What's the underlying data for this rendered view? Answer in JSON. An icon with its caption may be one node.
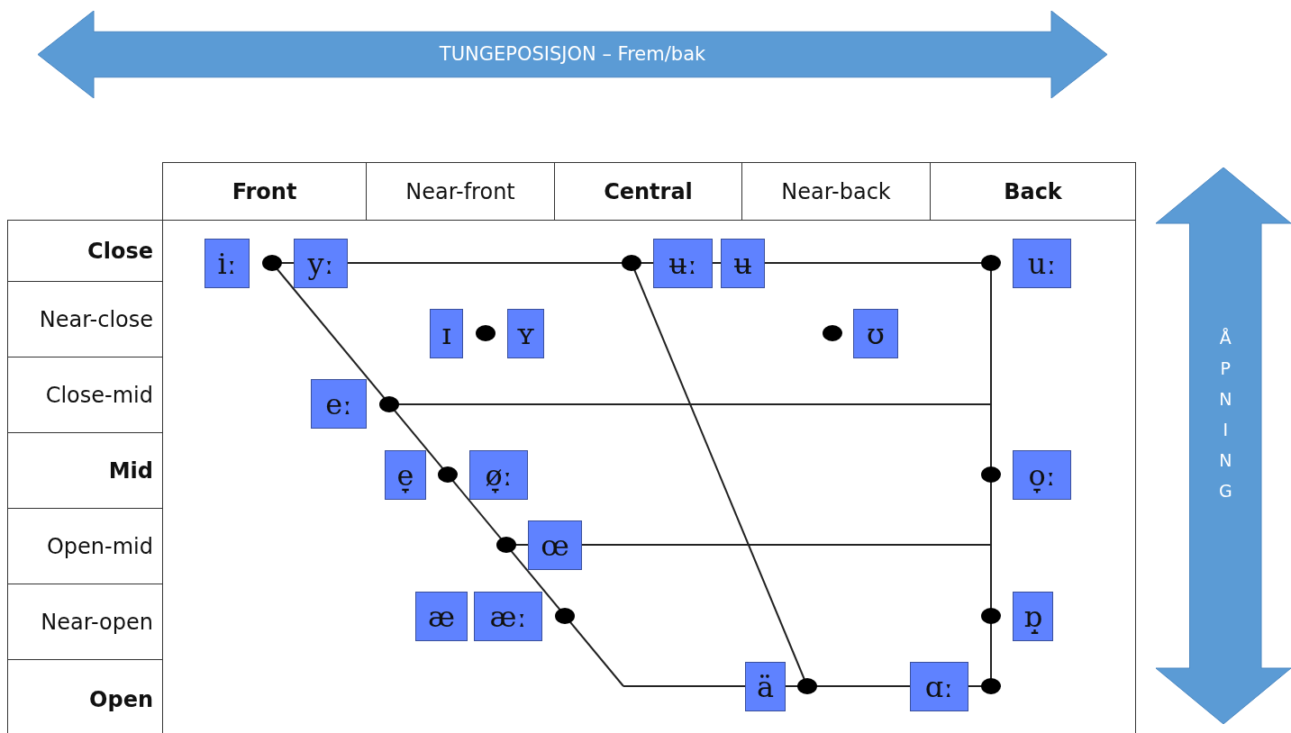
{
  "diagram": {
    "nodes": [
      {
        "text": [
          "TUNGEPOSISJON – Frem/bak"
        ]
      },
      {
        "text": [
          "ÅPNING"
        ]
      },
      {
        "text": [
          "iː"
        ]
      },
      {
        "text": [
          "yː"
        ]
      },
      {
        "text": [
          "ʉː"
        ]
      },
      {
        "text": [
          "ʉ"
        ]
      },
      {
        "text": [
          "uː"
        ]
      },
      {
        "text": [
          "ɪ"
        ]
      },
      {
        "text": [
          "ʏ"
        ]
      },
      {
        "text": [
          "ʊ"
        ]
      },
      {
        "text": [
          "eː"
        ]
      },
      {
        "text": [
          "e̞"
        ]
      },
      {
        "text": [
          "ø̞ː"
        ]
      },
      {
        "text": [
          "o̞ː"
        ]
      },
      {
        "text": [
          "œ"
        ]
      },
      {
        "text": [
          "æ"
        ]
      },
      {
        "text": [
          "æː"
        ]
      },
      {
        "text": [
          "ɒ̝"
        ]
      },
      {
        "text": [
          "ä"
        ]
      },
      {
        "text": [
          "ɑː"
        ]
      }
    ],
    "edges": [],
    "labels": [
      "Front",
      "Near-front",
      "Central",
      "Near-back",
      "Back",
      "Close",
      "Near-close",
      "Close-mid",
      "Mid",
      "Open-mid",
      "Near-open",
      "Open"
    ]
  }
}
